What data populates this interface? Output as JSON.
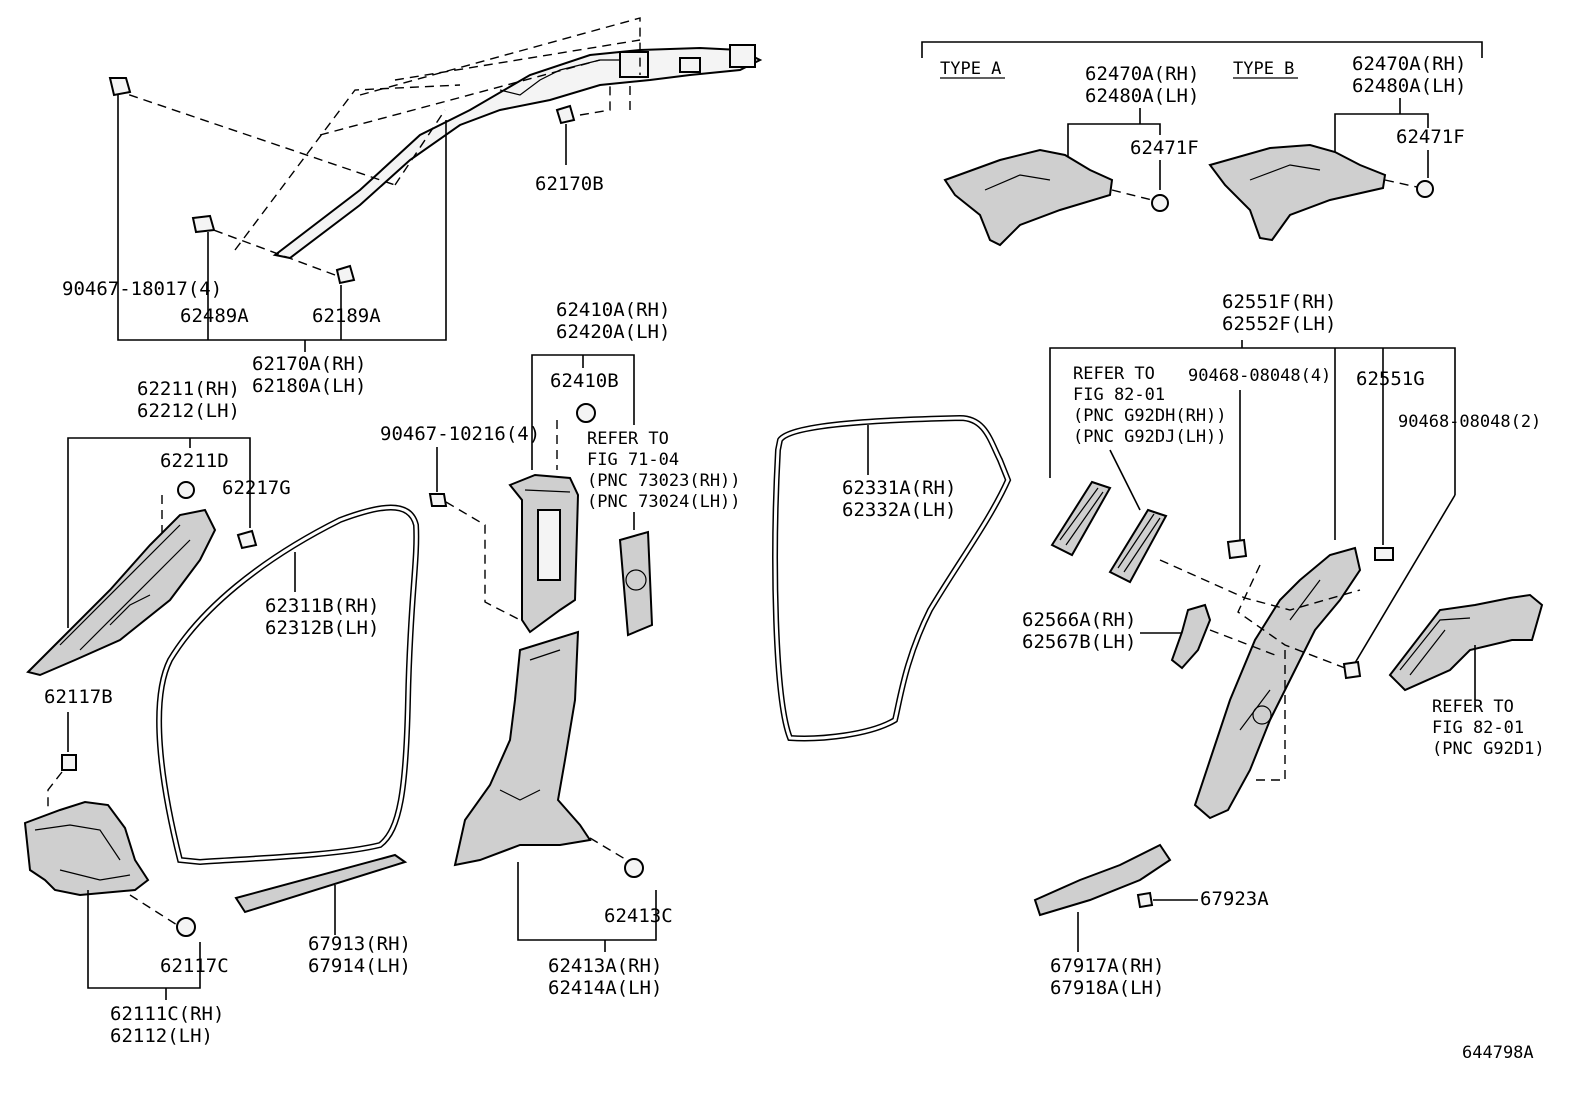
{
  "labels": {
    "p90467_18017": "90467-18017(4)",
    "p62489A": "62489A",
    "p62189A": "62189A",
    "p62170A": "62170A(RH)",
    "p62180A": "62180A(LH)",
    "p62170B": "62170B",
    "p62211": "62211(RH)",
    "p62212": "62212(LH)",
    "p62211D": "62211D",
    "p62217G": "62217G",
    "p62117B": "62117B",
    "p62117C": "62117C",
    "p62111C": "62111C(RH)",
    "p62112": "62112(LH)",
    "p62311B": "62311B(RH)",
    "p62312B": "62312B(LH)",
    "p90467_10216": "90467-10216(4)",
    "p67913": "67913(RH)",
    "p67914": "67914(LH)",
    "p62410A": "62410A(RH)",
    "p62420A": "62420A(LH)",
    "p62410B": "62410B",
    "ref71_1": "REFER TO",
    "ref71_2": "FIG 71-04",
    "ref71_3": "(PNC 73023(RH))",
    "ref71_4": "(PNC 73024(LH))",
    "p62413C": "62413C",
    "p62413A": "62413A(RH)",
    "p62414A": "62414A(LH)",
    "p62331A": "62331A(RH)",
    "p62332A": "62332A(LH)",
    "typeA": "TYPE A",
    "typeB": "TYPE B",
    "p62470A_a": "62470A(RH)",
    "p62480A_a": "62480A(LH)",
    "p62471F_a": "62471F",
    "p62470A_b": "62470A(RH)",
    "p62480A_b": "62480A(LH)",
    "p62471F_b": "62471F",
    "p62551F": "62551F(RH)",
    "p62552F": "62552F(LH)",
    "ref82a_1": "REFER TO",
    "ref82a_2": "FIG 82-01",
    "ref82a_3": "(PNC G92DH(RH))",
    "ref82a_4": "(PNC G92DJ(LH))",
    "p90468_4": "90468-08048(4)",
    "p62551G": "62551G",
    "p90468_2": "90468-08048(2)",
    "p62566A": "62566A(RH)",
    "p62567B": "62567B(LH)",
    "ref82b_1": "REFER TO",
    "ref82b_2": "FIG 82-01",
    "ref82b_3": "(PNC G92D1)",
    "p67923A": "67923A",
    "p67917A": "67917A(RH)",
    "p67918A": "67918A(LH)",
    "figure_id": "644798A"
  }
}
